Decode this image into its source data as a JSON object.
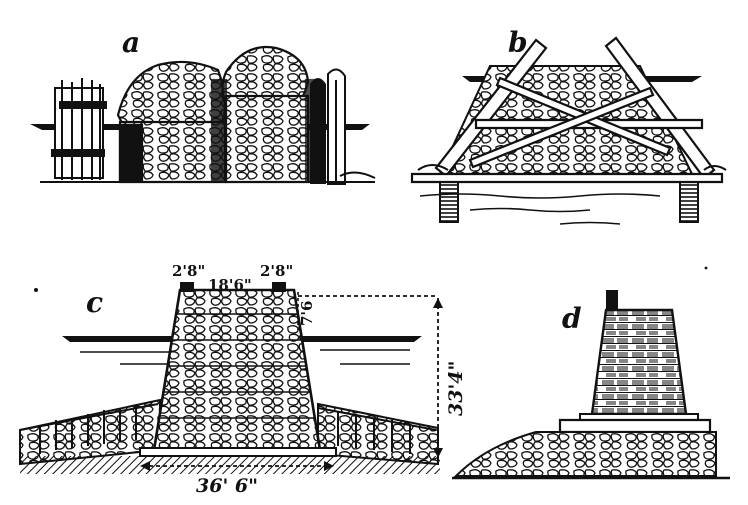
{
  "figure": {
    "panels": {
      "a": {
        "label": "a"
      },
      "b": {
        "label": "b"
      },
      "c": {
        "label": "c",
        "dims": {
          "left_ledge": "2'8\"",
          "top_width": "18'6\"",
          "right_ledge": "2'8\"",
          "top_step": "7'6",
          "height": "33'4\"",
          "base_width": "36' 6\""
        }
      },
      "d": {
        "label": "d"
      }
    },
    "colors": {
      "ink": "#111111",
      "paper": "#ffffff"
    }
  }
}
